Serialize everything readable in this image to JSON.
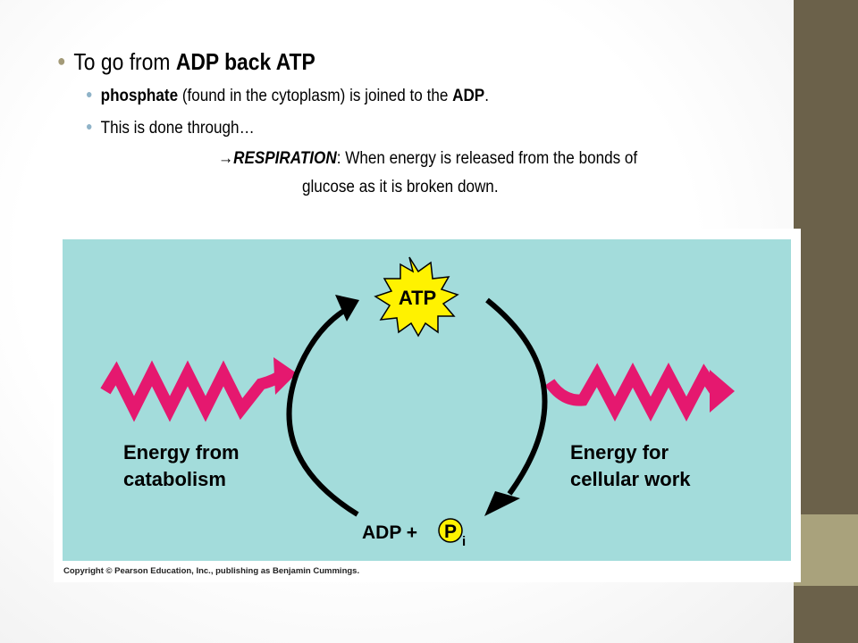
{
  "slide": {
    "main_bullet": {
      "prefix": "To go from ",
      "bold": "ADP back ATP"
    },
    "sub_bullet_1": {
      "bold_word": "phosphate",
      "middle": " (found in the cytoplasm) is joined to the ",
      "bold_end": "ADP",
      "suffix": "."
    },
    "sub_bullet_2": "This is done through…",
    "respiration": {
      "arrow": "→",
      "term": "RESPIRATION",
      "line1_rest": ":  When energy is released from the bonds of",
      "line2": "glucose as it is broken down."
    }
  },
  "figure": {
    "atp_label": "ATP",
    "adp_label": "ADP +",
    "phosphate_symbol": "P",
    "phosphate_subscript": "i",
    "left_label_line1": "Energy from",
    "left_label_line2": "catabolism",
    "right_label_line1": "Energy for",
    "right_label_line2": "cellular work",
    "copyright": "Copyright © Pearson Education, Inc., publishing as Benjamin Cummings."
  },
  "colors": {
    "panel": "#a3dcdb",
    "energy_arrow": "#e5186f",
    "star_fill": "#fff200",
    "side_bar": "#6b614a",
    "side_accent": "#a9a27c"
  }
}
